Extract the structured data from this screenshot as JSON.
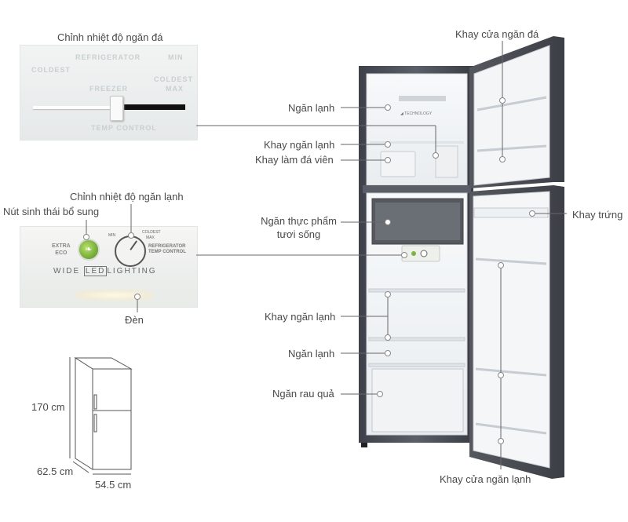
{
  "callouts": {
    "freezer_temp_control": "Chỉnh nhiệt độ ngăn đá",
    "freezer_door_tray": "Khay cửa ngăn đá",
    "fridge_compartment_top": "Ngăn lạnh",
    "fridge_tray_top": "Khay ngăn lạnh",
    "ice_tray": "Khay làm đá viên",
    "fridge_temp_control": "Chỉnh nhiệt độ ngăn lạnh",
    "eco_button": "Nút sinh thái bổ sung",
    "fresh_food_line1": "Ngăn thực phẩm",
    "fresh_food_line2": "tươi sống",
    "egg_tray": "Khay trứng",
    "fridge_tray_mid": "Khay ngăn lạnh",
    "fridge_compartment_mid": "Ngăn lạnh",
    "vegetable_drawer": "Ngăn rau quả",
    "lamp": "Đèn",
    "fridge_door_tray": "Khay cửa ngăn lạnh"
  },
  "panels": {
    "freezer_panel": {
      "refrigerator": "REFRIGERATOR",
      "freezer": "FREEZER",
      "temp_control": "TEMP CONTROL",
      "min": "MIN",
      "max": "MAX",
      "coldest": "COLDEST"
    },
    "fridge_panel": {
      "extra_eco_1": "EXTRA",
      "extra_eco_2": "ECO",
      "dial_min": "MIN",
      "dial_coldest": "COLDEST",
      "dial_max": "MAX",
      "dial_label_1": "REFRIGERATOR",
      "dial_label_2": "TEMP CONTROL",
      "wide": "WIDE",
      "led": "LED",
      "lighting": "LIGHTING"
    },
    "freezer_interior_sticker": "◢ TECHNOLOGY"
  },
  "dimensions": {
    "height": "170 cm",
    "depth": "62.5 cm",
    "width": "54.5 cm"
  },
  "colors": {
    "fridge_body": "#4a4d55",
    "interior": "#f4f6f8",
    "eco_button": "#7cb342",
    "leader_line": "#666666"
  }
}
